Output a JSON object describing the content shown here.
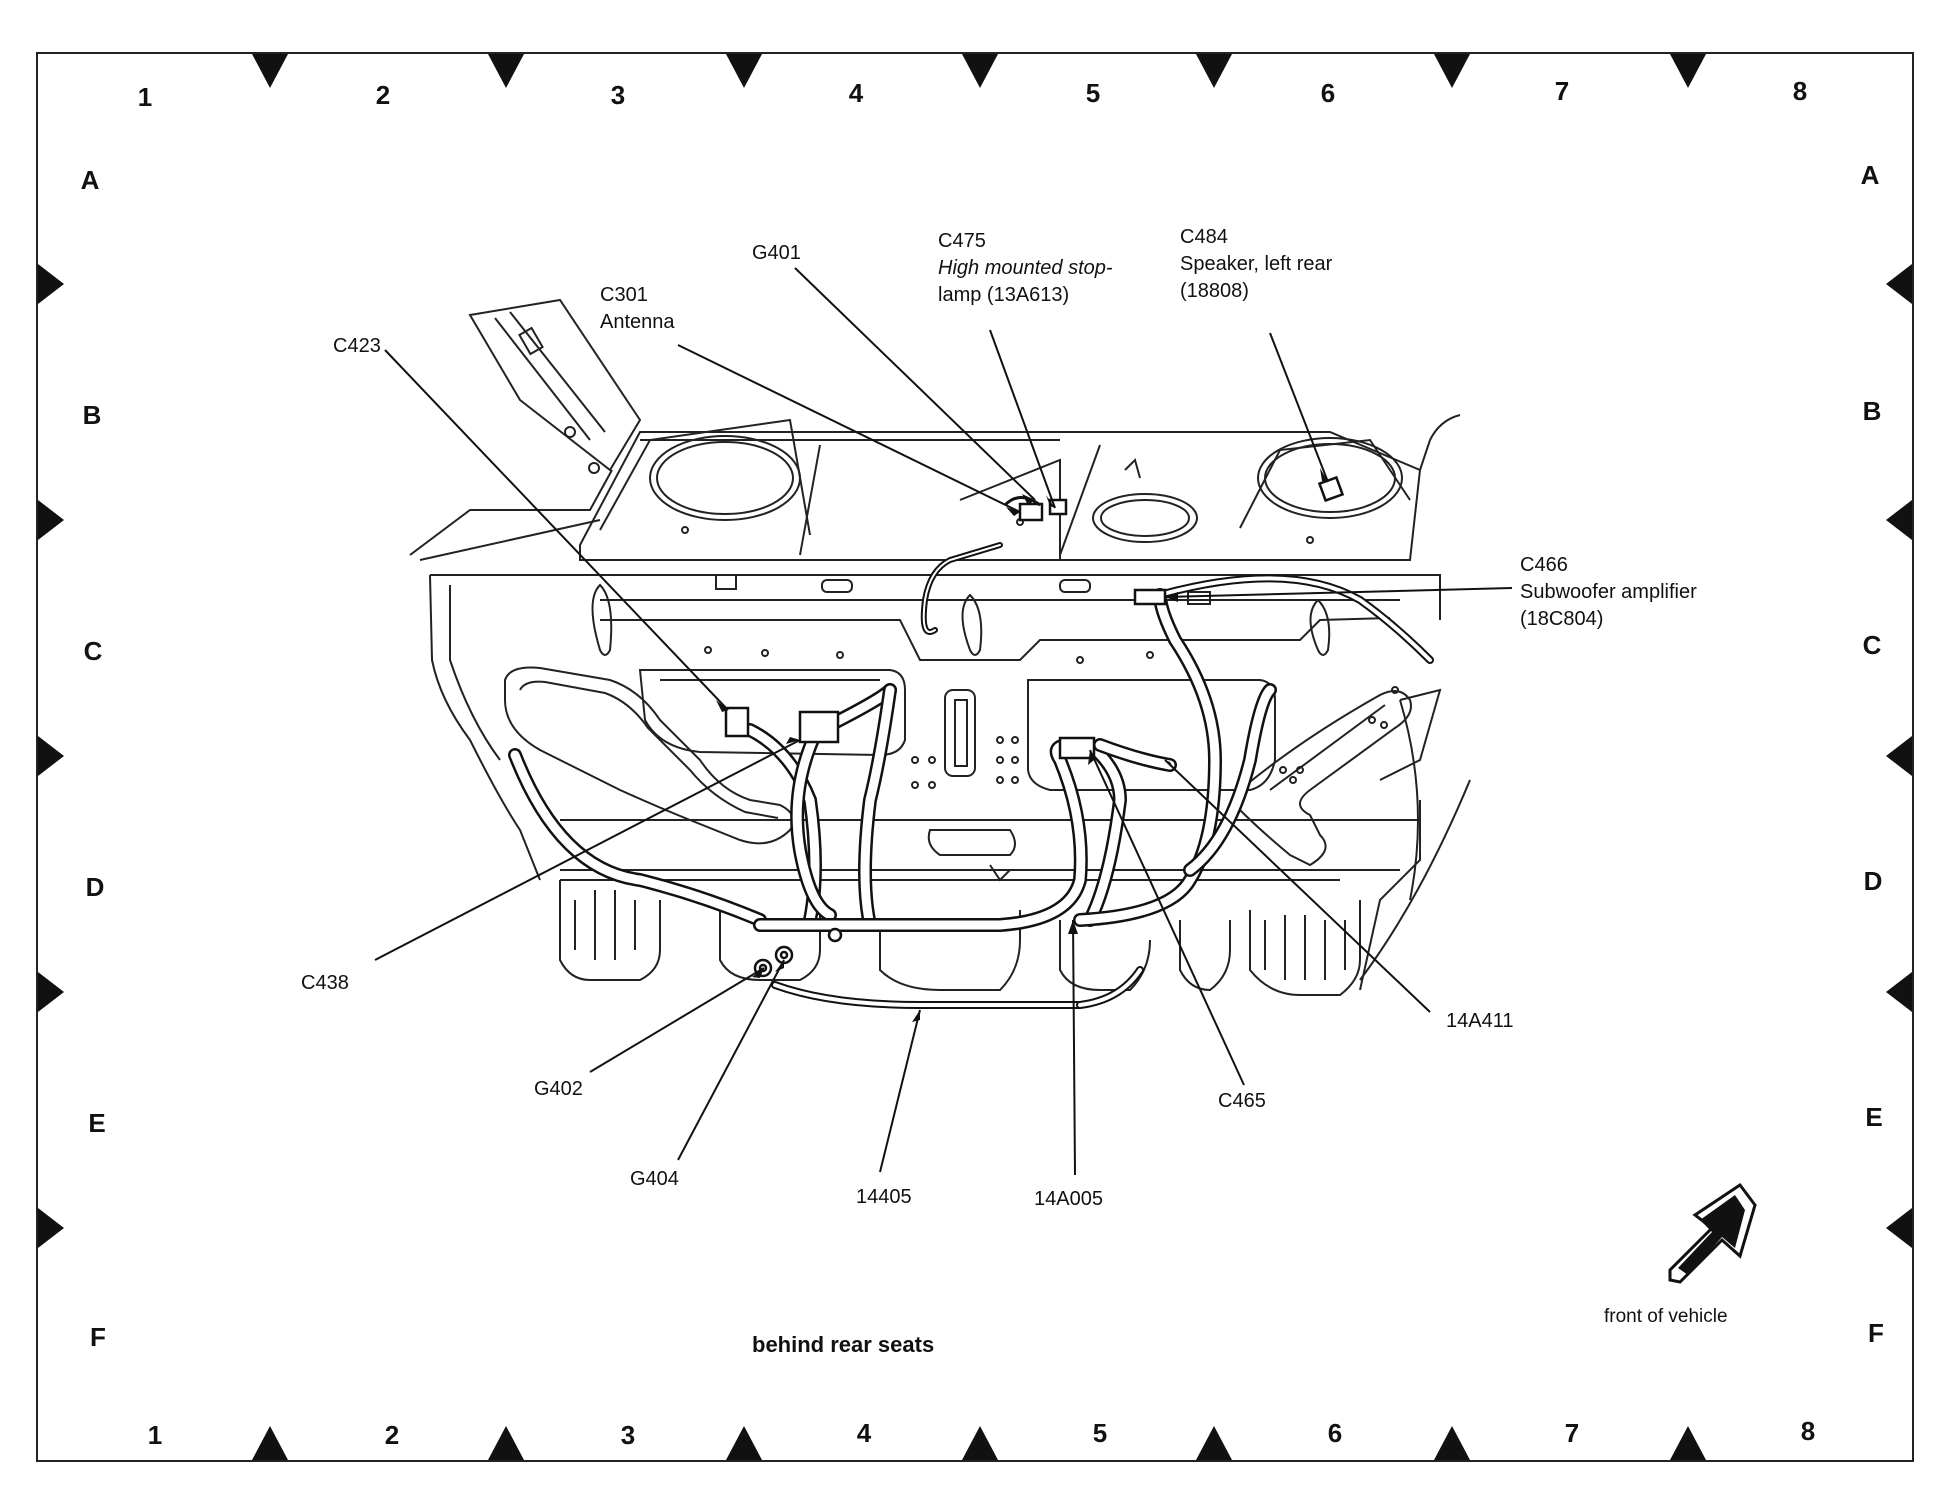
{
  "grid": {
    "columns": [
      "1",
      "2",
      "3",
      "4",
      "5",
      "6",
      "7",
      "8"
    ],
    "rows": [
      "A",
      "B",
      "C",
      "D",
      "E",
      "F"
    ]
  },
  "callouts": {
    "c423": "C423",
    "c301_id": "C301",
    "c301_desc": "Antenna",
    "g401": "G401",
    "c475_id": "C475",
    "c475_desc1": "High mounted stop-",
    "c475_desc2": "lamp (13A613)",
    "c484_id": "C484",
    "c484_desc1": "Speaker, left rear",
    "c484_desc2": "(18808)",
    "c466_id": "C466",
    "c466_desc1": "Subwoofer amplifier",
    "c466_desc2": "(18C804)",
    "c438": "C438",
    "14a411": "14A411",
    "g402": "G402",
    "c465": "C465",
    "g404": "G404",
    "14405": "14405",
    "14a005": "14A005"
  },
  "caption": "behind rear seats",
  "front_label": "front of vehicle"
}
